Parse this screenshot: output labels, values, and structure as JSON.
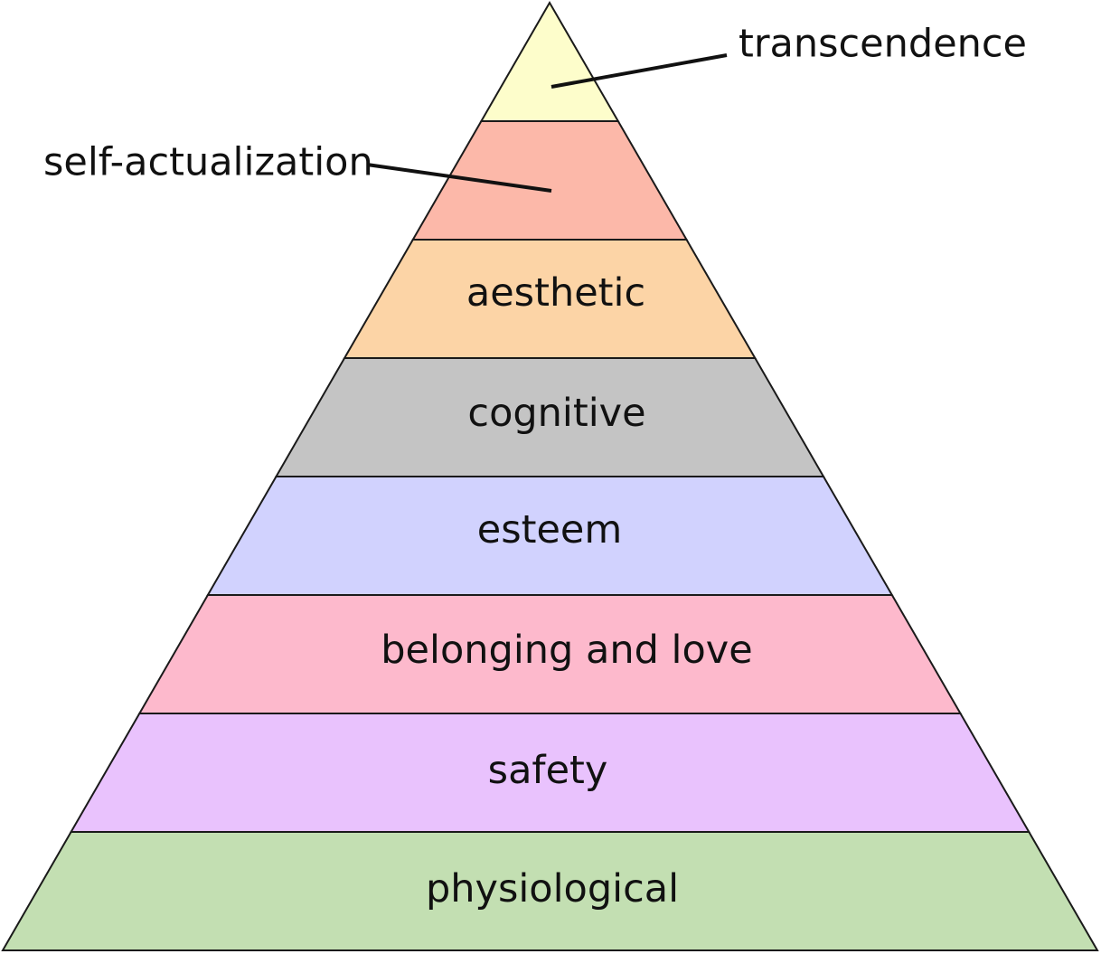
{
  "diagram": {
    "tiers": [
      {
        "label": "physiological",
        "color": "#c3dfb2"
      },
      {
        "label": "safety",
        "color": "#e9c2fd"
      },
      {
        "label": "belonging and love",
        "color": "#fdb9cc"
      },
      {
        "label": "esteem",
        "color": "#d1d2fe"
      },
      {
        "label": "cognitive",
        "color": "#c4c4c4"
      },
      {
        "label": "aesthetic",
        "color": "#fcd4a6"
      },
      {
        "label": "self-actualization",
        "color": "#fcb8a9"
      },
      {
        "label": "transcendence",
        "color": "#fdfdcb"
      }
    ]
  }
}
